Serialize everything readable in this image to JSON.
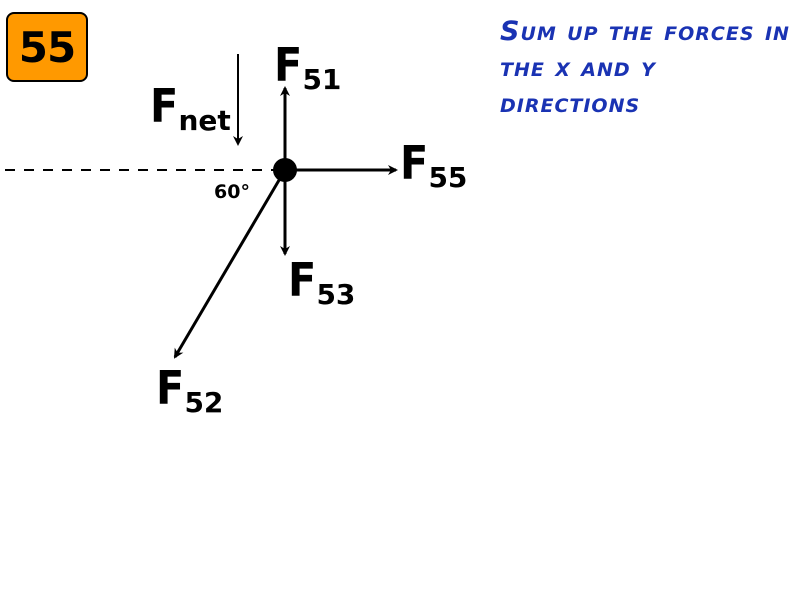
{
  "slide_number": "55",
  "instruction": "Sum up the forces in the x and y directions",
  "angle_label": "60°",
  "colors": {
    "badge_background": "#ff9900",
    "instruction_text": "#1a33b3",
    "ink": "#000000"
  },
  "forces": {
    "f51": {
      "main": "F",
      "sub": "51"
    },
    "f52": {
      "main": "F",
      "sub": "52"
    },
    "f53": {
      "main": "F",
      "sub": "53"
    },
    "f55": {
      "main": "F",
      "sub": "55"
    },
    "fnet": {
      "main": "F",
      "sub": "net"
    }
  }
}
